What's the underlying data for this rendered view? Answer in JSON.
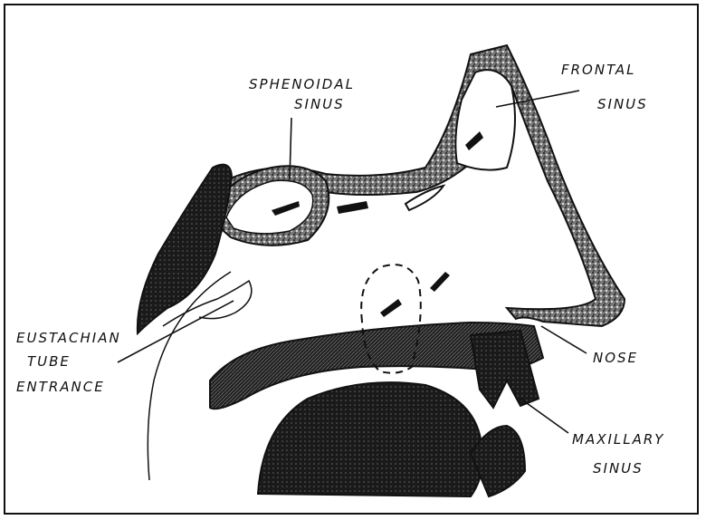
{
  "labels": {
    "sphenoidal_1": "SPHENOIDAL",
    "sphenoidal_2": "SINUS",
    "frontal_1": "FRONTAL",
    "frontal_2": "SINUS",
    "eustachian_1": "EUSTACHIAN",
    "eustachian_2": "TUBE",
    "eustachian_3": "ENTRANCE",
    "nose": "NOSE",
    "maxillary_1": "MAXILLARY",
    "maxillary_2": "SINUS"
  },
  "colors": {
    "ink": "#111111",
    "paper": "#ffffff",
    "stipple": "#555555"
  }
}
